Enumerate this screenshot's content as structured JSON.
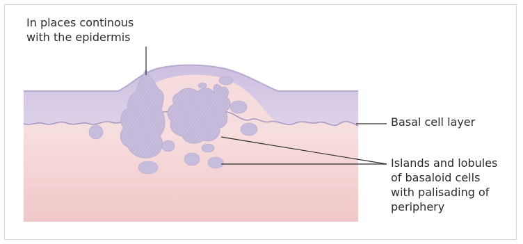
{
  "labels": {
    "top_line1": "In places continous",
    "top_line2": "with the epidermis",
    "basal": "Basal cell layer",
    "islands_line1": "Islands and lobules",
    "islands_line2": "of basaloid cells",
    "islands_line3": "with palisading of",
    "islands_line4": "periphery"
  },
  "colors": {
    "epidermis": "#d8cde6",
    "epidermis_edge": "#a596c4",
    "dermis_top": "#f7dede",
    "dermis_bottom": "#f2caca",
    "islands": "#c6bcdc",
    "leader_line": "#2b2b2b"
  }
}
